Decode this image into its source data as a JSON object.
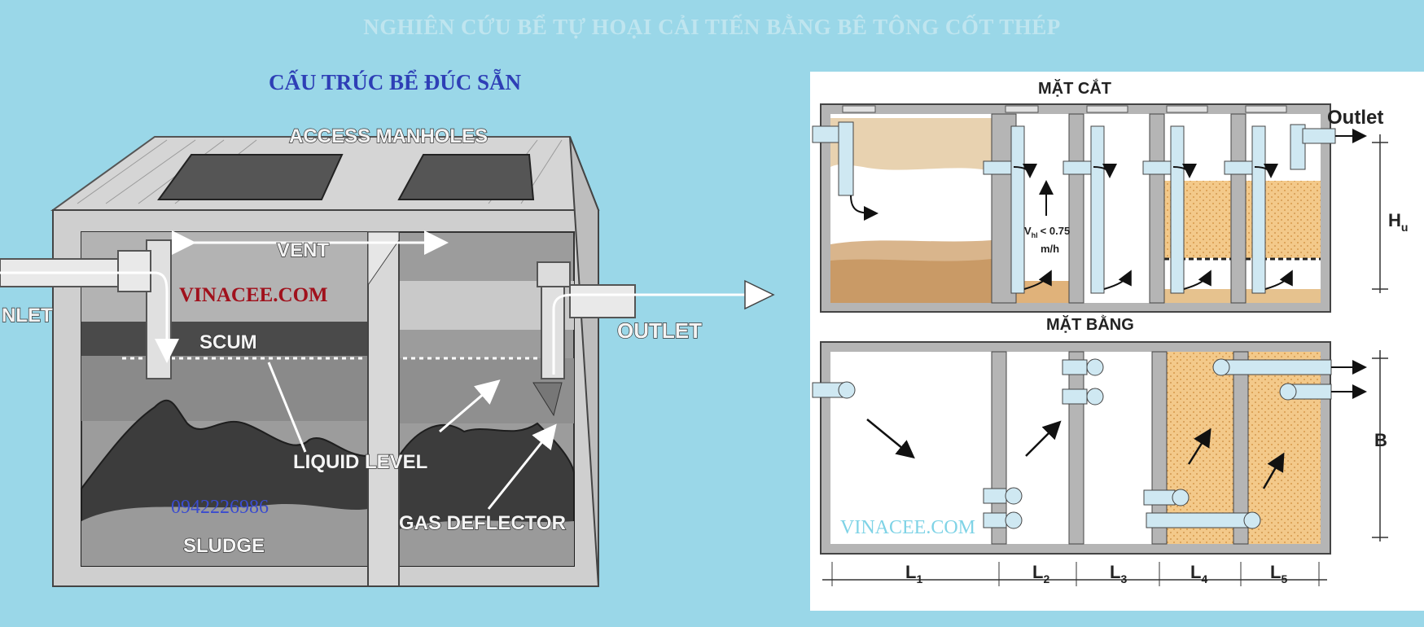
{
  "page_title": "NGHIÊN CỨU BỂ TỰ HOẠI CẢI TIẾN BẰNG BÊ TÔNG CỐT THÉP",
  "subtitle": "CẤU TRÚC BỂ ĐÚC SẴN",
  "left_diagram": {
    "labels": {
      "access_manholes": "ACCESS MANHOLES",
      "vent": "VENT",
      "inlet": "NLET",
      "outlet": "OUTLET",
      "scum": "SCUM",
      "liquid_level": "LIQUID LEVEL",
      "gas_deflector": "GAS DEFLECTOR",
      "sludge": "SLUDGE"
    },
    "watermark": "VINACEE.COM",
    "phone": "0942226986"
  },
  "right_diagram": {
    "section_title": "MẶT CẮT",
    "plan_title": "MẶT BẰNG",
    "outlet": "Outlet",
    "velocity_label": "V",
    "velocity_sub": "hl",
    "velocity_value": "< 0.75",
    "velocity_unit": "m/h",
    "height_label": "H",
    "height_sub": "u",
    "width_label": "B",
    "watermark": "VINACEE.COM",
    "lengths": [
      {
        "main": "L",
        "sub": "1"
      },
      {
        "main": "L",
        "sub": "2"
      },
      {
        "main": "L",
        "sub": "3"
      },
      {
        "main": "L",
        "sub": "4"
      },
      {
        "main": "L",
        "sub": "5"
      }
    ]
  },
  "colors": {
    "background": "#9ad7e8",
    "title": "#bfe5ef",
    "subtitle": "#2e3fb6",
    "watermark_red": "#a0111c",
    "watermark_blue": "#3a4ccf",
    "filter_media": "#f3c98a"
  }
}
